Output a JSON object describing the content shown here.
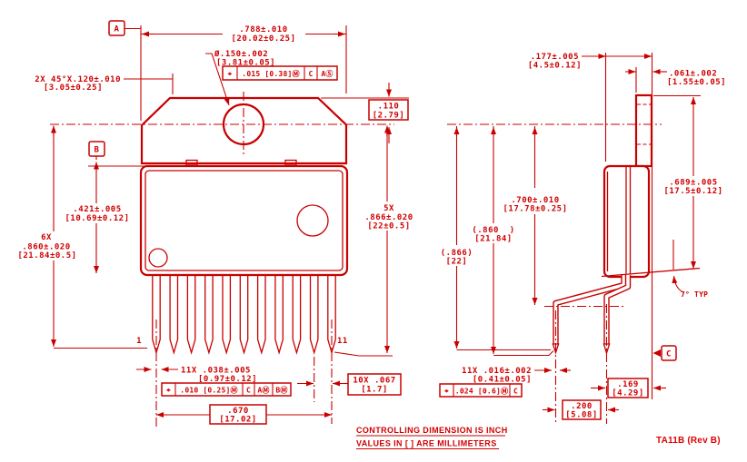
{
  "footer": {
    "note1": "CONTROLLING DIMENSION IS INCH",
    "note2": "VALUES IN [ ] ARE MILLIMETERS",
    "doc": "TA11B (Rev B)"
  },
  "datums": {
    "a": "A",
    "b": "B",
    "c": "C"
  },
  "front": {
    "pin_first": "1",
    "pin_last": "11",
    "width_in": ".788±.010",
    "width_mm": "[20.02±0.25]",
    "hole_in": "Ø.150±.002",
    "hole_mm": "[3.81±0.05]",
    "hole_fcf": {
      "sym": "⌖",
      "tol": ".015 [0.38]Ⓜ",
      "d1": "C",
      "d2": "AⓈ"
    },
    "chamfer_in": "2X 45°X.120±.010",
    "chamfer_mm": "[3.05±0.25]",
    "tab_in": ".110",
    "tab_mm": "[2.79]",
    "body_in": ".421±.005",
    "body_mm": "[10.69±0.12]",
    "h6_qty": "6X",
    "h6_in": ".860±.020",
    "h6_mm": "[21.84±0.5]",
    "h5_qty": "5X",
    "h5_in": ".866±.020",
    "h5_mm": "[22±0.5]",
    "leadw_in": "11X .038±.005",
    "leadw_mm": "[0.97±0.12]",
    "lead_fcf": {
      "sym": "⌖",
      "tol": ".010 [0.25]Ⓜ",
      "d1": "C",
      "d2": "AⓂ",
      "d3": "BⓂ"
    },
    "span_in": ".670",
    "span_mm": "[17.02]",
    "pitch_in": "10X .067",
    "pitch_mm": "[1.7]"
  },
  "side": {
    "depth_in": ".177±.005",
    "depth_mm": "[4.5±0.12]",
    "tabthk_in": ".061±.002",
    "tabthk_mm": "[1.55±0.05]",
    "tablen_in": ".689±.005",
    "tablen_mm": "[17.5±0.12]",
    "bend_in": ".700±.010",
    "bend_mm": "[17.78±0.25]",
    "ref860_in": "(.860  )",
    "ref860_mm": "[21.84]",
    "ref866_in": "(.866)",
    "ref866_mm": "[22]",
    "angle": "7° TYP",
    "leadthk_in": "11X .016±.002",
    "leadthk_mm": "[0.41±0.05]",
    "lead_fcf": {
      "sym": "⌖",
      "tol": ".024 [0.6]Ⓜ",
      "d1": "C"
    },
    "row_in": ".169",
    "row_mm": "[4.29]",
    "rowpitch_in": ".200",
    "rowpitch_mm": "[5.08]"
  }
}
